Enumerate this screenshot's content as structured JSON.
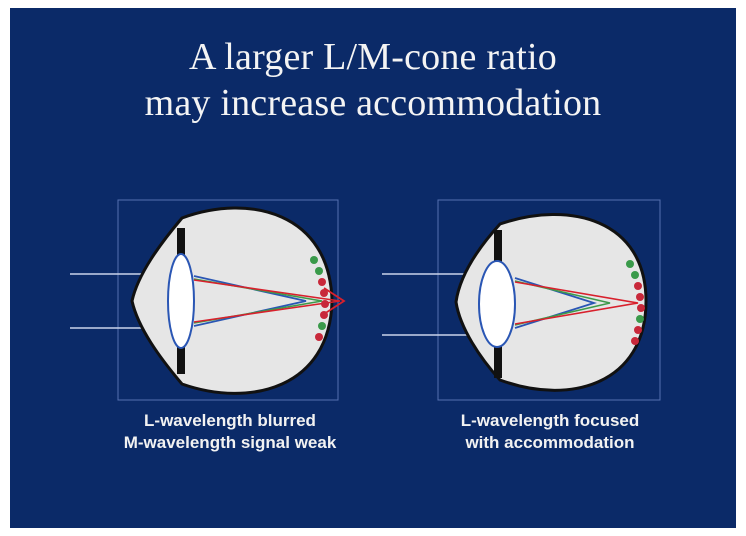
{
  "title": {
    "line1": "A larger L/M-cone ratio",
    "line2": "may increase accommodation"
  },
  "diagrams": [
    {
      "caption_line1": "L-wavelength blurred",
      "caption_line2": "M-wavelength signal weak"
    },
    {
      "caption_line1": "L-wavelength focused",
      "caption_line2": "with accommodation"
    }
  ],
  "colors": {
    "background": "#0b2a68",
    "eye_fill": "#e6e6e6",
    "ray_blue": "#2a56b4",
    "ray_green": "#3e9a4a",
    "ray_red": "#d8202c",
    "cone_green": "#3a9a4a",
    "cone_red": "#c8283a",
    "frame": "#5470b0"
  }
}
